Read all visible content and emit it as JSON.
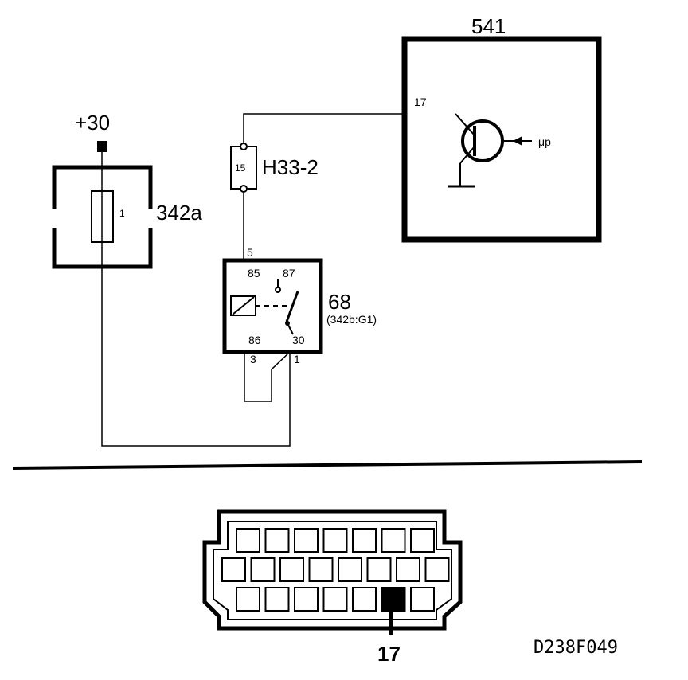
{
  "components": {
    "ecu": {
      "label": "541",
      "pin": "17",
      "signal": "μp"
    },
    "supply": {
      "label": "+30"
    },
    "fuse_box": {
      "label": "342a",
      "fuse": "1"
    },
    "connector_h33": {
      "label": "H33-2",
      "pin": "15"
    },
    "relay": {
      "label": "68",
      "sublabel": "(342b:G1)",
      "pin_85": "85",
      "pin_87": "87",
      "pin_86": "86",
      "pin_30": "30",
      "pin_5": "5",
      "pin_3": "3",
      "pin_1": "1"
    }
  },
  "diagnostic_connector": {
    "rows": [
      7,
      8,
      7
    ],
    "highlighted": {
      "row": 3,
      "index": 6
    },
    "pin_label": "17"
  },
  "figure_code": "D238F049"
}
